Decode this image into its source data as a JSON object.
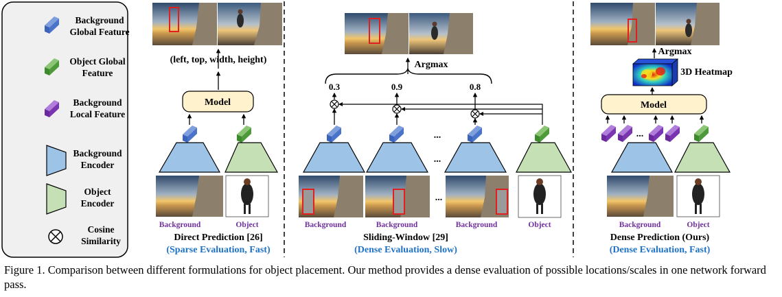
{
  "legend": {
    "background_global_feature": [
      "Background",
      "Global Feature"
    ],
    "object_global_feature": [
      "Object Global",
      "Feature"
    ],
    "background_local_feature": [
      "Background",
      "Local Feature"
    ],
    "background_encoder": [
      "Background",
      "Encoder"
    ],
    "object_encoder": [
      "Object",
      "Encoder"
    ],
    "cosine_similarity": [
      "Cosine",
      "Similarity"
    ]
  },
  "direct": {
    "output_label": "(left, top, width, height)",
    "model_label": "Model",
    "background_label": "Background",
    "object_label": "Object",
    "title": "Direct Prediction [26]",
    "subtitle": "(Sparse Evaluation, Fast)"
  },
  "sliding": {
    "argmax_label": "Argmax",
    "scores": [
      "0.3",
      "0.9",
      "0.8"
    ],
    "ellipsis": "...",
    "background_label": "Background",
    "object_label": "Object",
    "title": "Sliding-Window [29]",
    "subtitle": "(Dense Evaluation, Slow)"
  },
  "dense": {
    "argmax_label": "Argmax",
    "heatmap_label": "3D Heatmap",
    "model_label": "Model",
    "ellipsis": "...",
    "background_label": "Background",
    "object_label": "Object",
    "title": "Dense Prediction (Ours)",
    "subtitle": "(Dense Evaluation, Fast)"
  },
  "caption": "Figure 1.  Comparison between different formulations for object placement.  Our method provides a dense evaluation of possible locations/scales in one network forward pass.",
  "colors": {
    "background_feature": "#4a74c9",
    "object_feature": "#4e9a3a",
    "local_feature": "#7a35b0",
    "background_encoder": "#9dc3e6",
    "object_encoder": "#c5e0b4",
    "model_box": "#fff2cc",
    "bbox": "#e02020",
    "subtitle": "#1f73c7",
    "image_label": "#7030a0"
  }
}
